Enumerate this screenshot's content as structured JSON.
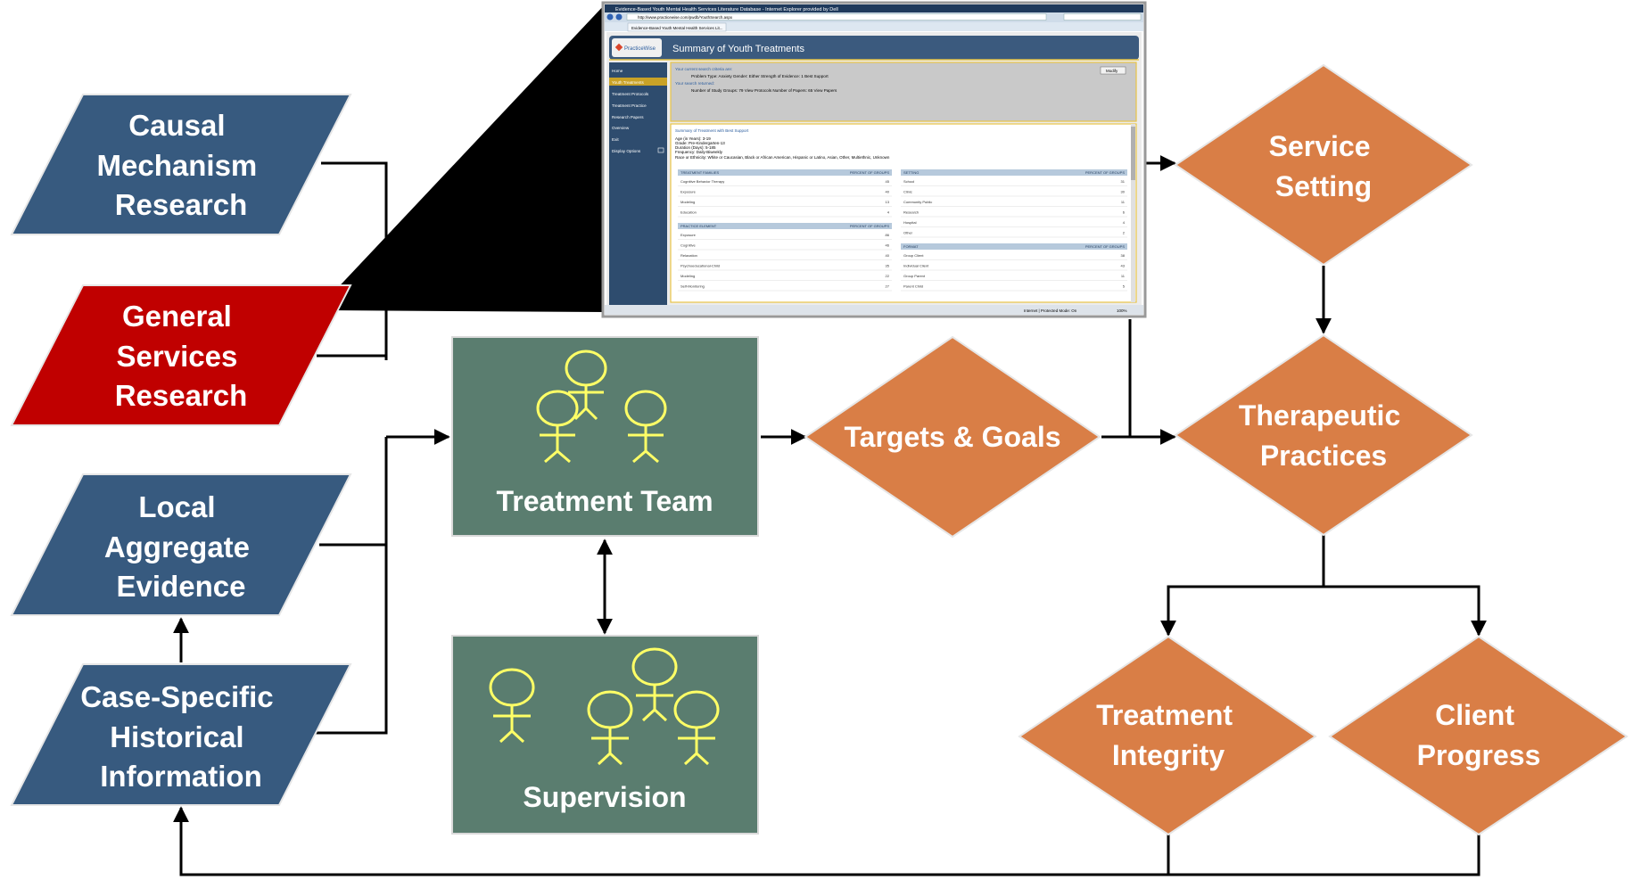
{
  "colors": {
    "research_blue": "#375a7f",
    "research_red": "#c00000",
    "team_green": "#5a7d6f",
    "decision_orange": "#d97e46",
    "figure_yellow": "#ffff66",
    "connector": "#000000"
  },
  "inputs": [
    {
      "lines": [
        "Causal",
        "Mechanism",
        "Research"
      ]
    },
    {
      "lines": [
        "General",
        "Services",
        "Research"
      ]
    },
    {
      "lines": [
        "Local",
        "Aggregate",
        "Evidence"
      ]
    },
    {
      "lines": [
        "Case-Specific",
        "Historical",
        "Information"
      ]
    }
  ],
  "team": {
    "label": "Treatment Team"
  },
  "supervision": {
    "label": "Supervision"
  },
  "decisions": {
    "targets": {
      "lines": [
        "Targets & Goals"
      ]
    },
    "service_setting": {
      "lines": [
        "Service",
        "Setting"
      ]
    },
    "therapeutic_practices": {
      "lines": [
        "Therapeutic",
        "Practices"
      ]
    },
    "treatment_integrity": {
      "lines": [
        "Treatment",
        "Integrity"
      ]
    },
    "client_progress": {
      "lines": [
        "Client",
        "Progress"
      ]
    }
  },
  "screenshot": {
    "window_title": "Evidence-Based Youth Mental Health Services Literature Database - Internet Explorer provided by Dell",
    "url": "http://www.practicewise.com/pwdb/YouthSearch.aspx",
    "tab": "Evidence-Based Youth Mental Health Services Lit...",
    "logo": "PracticeWise",
    "page_title": "Summary of Youth Treatments",
    "nav_items": [
      "Home",
      "Youth Treatments",
      "Treatment Protocols",
      "Treatment Practice",
      "Research Papers",
      "Overview",
      "Exit",
      "Display Options"
    ],
    "criteria_heading": "Your current search criteria are:",
    "criteria": "Problem Type: Anxiety     Gender: Either     Strength of Evidence: 1 Best Support",
    "modify_button": "Modify",
    "returned_heading": "Your search returned:",
    "returned": "Number of Study Groups: 79  View Protocols          Number of Papers: 65  View Papers",
    "summary_heading": "Summary of Treatment with Best Support",
    "summary_lines": [
      "Age (in Years): 3-19",
      "Grade: Pre-Kindergarten-13",
      "Duration (Days): 5-185",
      "Frequency: Daily-Biweekly",
      "Race or Ethnicity: White or Caucasian, Black or African American, Hispanic or Latino, Asian, Other, Multiethnic, Unknown"
    ],
    "tables": [
      {
        "header": "TREATMENT FAMILIES",
        "col": "PERCENT OF GROUPS",
        "rows": [
          [
            "Cognitive Behavior Therapy",
            "45"
          ],
          [
            "Exposure",
            "40"
          ],
          [
            "Modeling",
            "13"
          ],
          [
            "Education",
            "4"
          ]
        ]
      },
      {
        "header": "PRACTICE ELEMENT",
        "col": "PERCENT OF GROUPS",
        "rows": [
          [
            "Exposure",
            "86"
          ],
          [
            "Cognitive",
            "46"
          ],
          [
            "Relaxation",
            "40"
          ],
          [
            "Psychoeducational-Child",
            "35"
          ],
          [
            "Modeling",
            "22"
          ],
          [
            "Self-Monitoring",
            "27"
          ]
        ]
      },
      {
        "header": "SETTING",
        "col": "PERCENT OF GROUPS",
        "rows": [
          [
            "School",
            "31"
          ],
          [
            "Clinic",
            "30"
          ],
          [
            "Community Public",
            "11"
          ],
          [
            "Research",
            "6"
          ],
          [
            "Hospital",
            "4"
          ],
          [
            "Other",
            "2"
          ]
        ]
      },
      {
        "header": "FORMAT",
        "col": "PERCENT OF GROUPS",
        "rows": [
          [
            "Group Client",
            "38"
          ],
          [
            "Individual Client",
            "43"
          ],
          [
            "Group Parent",
            "11"
          ],
          [
            "Parent Child",
            "5"
          ]
        ]
      }
    ],
    "status": "Internet | Protected Mode: On",
    "zoom": "100%"
  }
}
